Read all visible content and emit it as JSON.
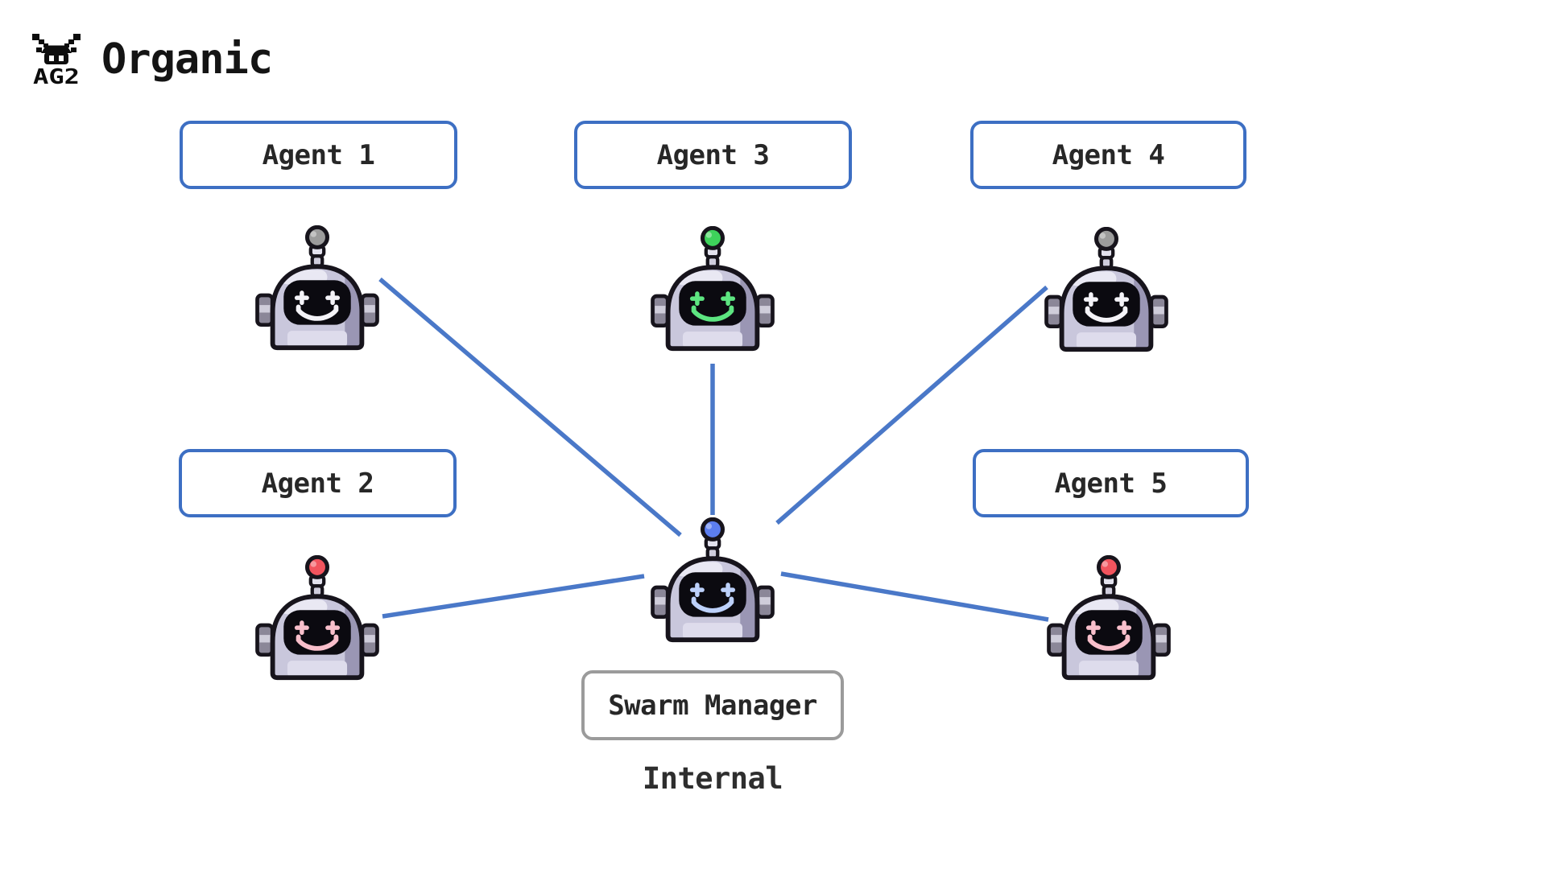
{
  "header": {
    "logo_icon": "ag2-pixel-robot",
    "logo_text": "AG2",
    "title": "Organic"
  },
  "caption": {
    "label": "Internal"
  },
  "colors": {
    "background": "#ffffff",
    "connector_blue": "#4a78c8",
    "agent_box_border": "#3d6fc3",
    "manager_box_border": "#9b9b9b",
    "label_text": "#272727",
    "title_text": "#141414"
  },
  "robot_palette": {
    "outline": "#17141c",
    "body": "#c9c7dc",
    "shade": "#9a96b4",
    "highlight": "#e9e8f3",
    "chin": "#dedcec",
    "ear": "#8b8798",
    "ear_stripe": "#cfcdda",
    "stem1": "#e3e2ee",
    "stem2": "#cfcddd",
    "screen": "#0b0a10"
  },
  "nodes": [
    {
      "id": "agent1",
      "label": "Agent 1",
      "box": "blue",
      "antenna_color": "#9c9c9c",
      "face_color": "#f4f3f8"
    },
    {
      "id": "agent2",
      "label": "Agent 2",
      "box": "blue",
      "antenna_color": "#f2545e",
      "face_color": "#f8bfcb"
    },
    {
      "id": "agent3",
      "label": "Agent 3",
      "box": "blue",
      "antenna_color": "#3ed25b",
      "face_color": "#5de581"
    },
    {
      "id": "agent4",
      "label": "Agent 4",
      "box": "blue",
      "antenna_color": "#9c9c9c",
      "face_color": "#f4f3f8"
    },
    {
      "id": "agent5",
      "label": "Agent 5",
      "box": "blue",
      "antenna_color": "#f2545e",
      "face_color": "#f8bfcb"
    },
    {
      "id": "manager",
      "label": "Swarm Manager",
      "box": "gray",
      "antenna_color": "#5c7ef0",
      "face_color": "#bcd0fa"
    }
  ],
  "edges": [
    {
      "from": "agent1",
      "to": "manager"
    },
    {
      "from": "agent2",
      "to": "manager"
    },
    {
      "from": "agent3",
      "to": "manager"
    },
    {
      "from": "agent4",
      "to": "manager"
    },
    {
      "from": "agent5",
      "to": "manager"
    }
  ]
}
